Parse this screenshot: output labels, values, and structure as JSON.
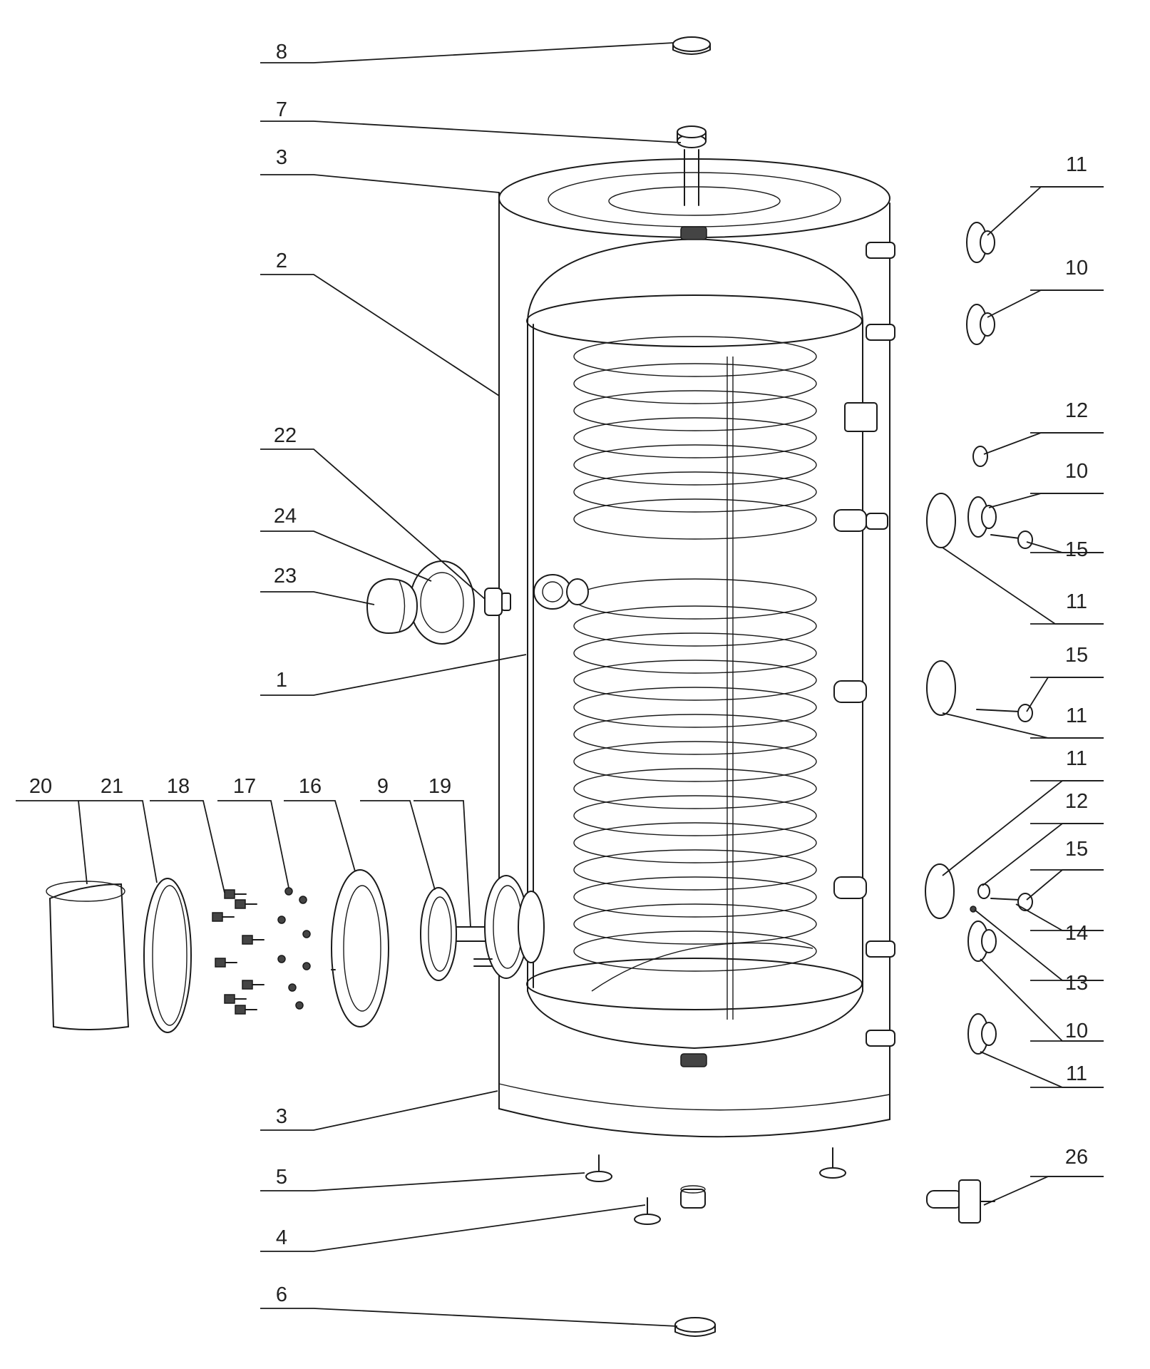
{
  "callouts": [
    {
      "id": "8",
      "text": "8"
    },
    {
      "id": "7",
      "text": "7"
    },
    {
      "id": "3a",
      "text": "3"
    },
    {
      "id": "2",
      "text": "2"
    },
    {
      "id": "22",
      "text": "22"
    },
    {
      "id": "24",
      "text": "24"
    },
    {
      "id": "23",
      "text": "23"
    },
    {
      "id": "1",
      "text": "1"
    },
    {
      "id": "20",
      "text": "20"
    },
    {
      "id": "21",
      "text": "21"
    },
    {
      "id": "18",
      "text": "18"
    },
    {
      "id": "17",
      "text": "17"
    },
    {
      "id": "16",
      "text": "16"
    },
    {
      "id": "9",
      "text": "9"
    },
    {
      "id": "19",
      "text": "19"
    },
    {
      "id": "3b",
      "text": "3"
    },
    {
      "id": "5",
      "text": "5"
    },
    {
      "id": "4",
      "text": "4"
    },
    {
      "id": "6",
      "text": "6"
    },
    {
      "id": "11a",
      "text": "11"
    },
    {
      "id": "10a",
      "text": "10"
    },
    {
      "id": "12a",
      "text": "12"
    },
    {
      "id": "10b",
      "text": "10"
    },
    {
      "id": "15a",
      "text": "15"
    },
    {
      "id": "11b",
      "text": "11"
    },
    {
      "id": "15b",
      "text": "15"
    },
    {
      "id": "11c",
      "text": "11"
    },
    {
      "id": "11d",
      "text": "11"
    },
    {
      "id": "12b",
      "text": "12"
    },
    {
      "id": "15c",
      "text": "15"
    },
    {
      "id": "14",
      "text": "14"
    },
    {
      "id": "13",
      "text": "13"
    },
    {
      "id": "10c",
      "text": "10"
    },
    {
      "id": "11e",
      "text": "11"
    },
    {
      "id": "26",
      "text": "26"
    }
  ]
}
